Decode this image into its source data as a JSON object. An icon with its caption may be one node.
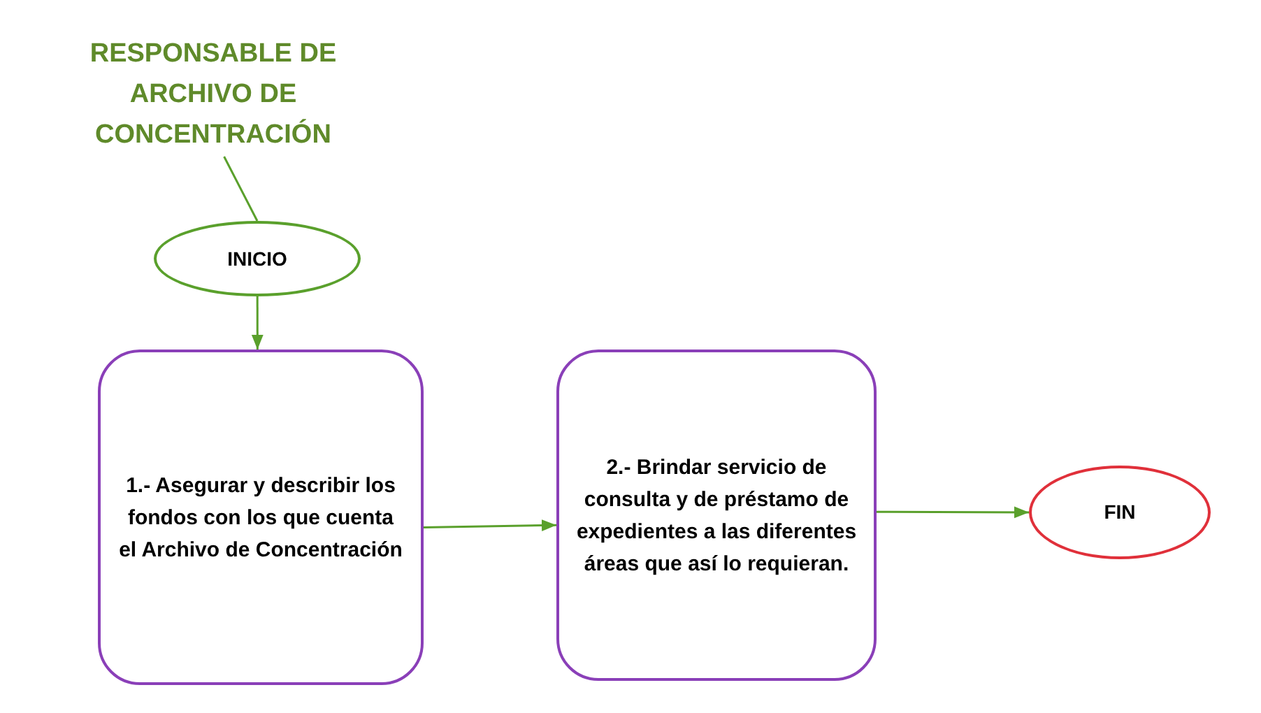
{
  "diagram": {
    "nodes": [
      {
        "text": [
          "RESPONSABLE DE ARCHIVO DE CONCENTRACIÓN"
        ]
      },
      {
        "text": [
          "INICIO"
        ]
      },
      {
        "text": [
          "1.- Asegurar y describir los fondos con los que cuenta el Archivo de Concentración"
        ]
      },
      {
        "text": [
          "2.- Brindar servicio de consulta y de préstamo de expedientes a las diferentes áreas que así lo requieran."
        ]
      },
      {
        "text": [
          "FIN"
        ]
      }
    ],
    "edges": [
      {
        "from": 0,
        "to": 1,
        "arrow": "none"
      },
      {
        "from": 1,
        "to": 2,
        "arrow": "to"
      },
      {
        "from": 2,
        "to": 3,
        "arrow": "to"
      },
      {
        "from": 3,
        "to": 4,
        "arrow": "to"
      }
    ]
  }
}
